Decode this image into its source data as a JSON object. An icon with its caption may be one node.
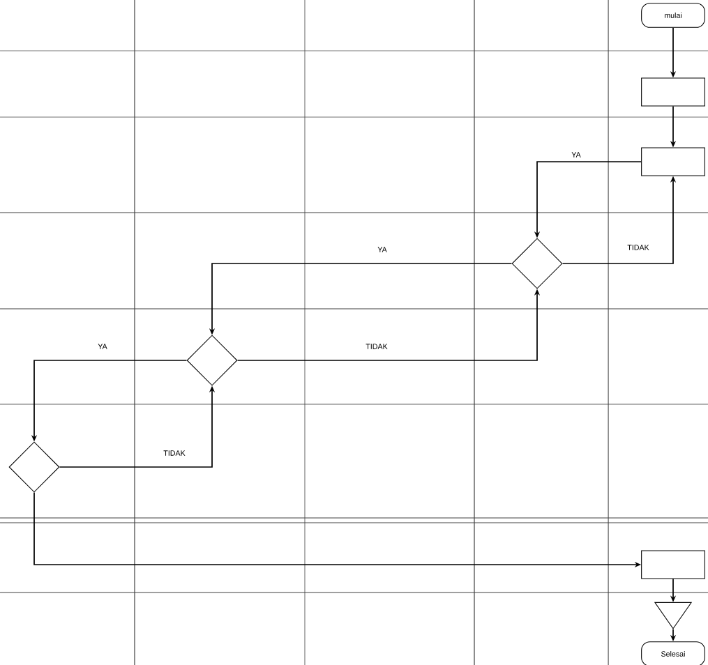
{
  "diagram": {
    "nodes": [
      {
        "text": [
          "mulai"
        ]
      },
      {
        "text": [],
        "shape": "box"
      },
      {
        "text": [],
        "shape": "box"
      },
      {
        "text": [],
        "shape": "diamond"
      },
      {
        "text": [],
        "shape": "diamond"
      },
      {
        "text": [],
        "shape": "diamond"
      },
      {
        "text": [],
        "shape": "box"
      },
      {
        "text": [],
        "shape": "triangle"
      },
      {
        "text": [
          "Selesai"
        ]
      }
    ],
    "edges": [
      {
        "from": 0,
        "to": 1,
        "arrow": "to"
      },
      {
        "from": 1,
        "to": 2,
        "arrow": "to"
      },
      {
        "from": 2,
        "to": 3,
        "arrow": "to",
        "label": "YA"
      },
      {
        "from": 3,
        "to": 2,
        "arrow": "to",
        "label": "TIDAK"
      },
      {
        "from": 3,
        "to": 4,
        "arrow": "to",
        "label": "YA"
      },
      {
        "from": 4,
        "to": 3,
        "arrow": "to",
        "label": "TIDAK"
      },
      {
        "from": 4,
        "to": 5,
        "arrow": "to",
        "label": "YA"
      },
      {
        "from": 5,
        "to": 4,
        "arrow": "to",
        "label": "TIDAK"
      },
      {
        "from": 5,
        "to": 6,
        "arrow": "to"
      },
      {
        "from": 6,
        "to": 7,
        "arrow": "to"
      },
      {
        "from": 7,
        "to": 8,
        "arrow": "to"
      }
    ]
  }
}
